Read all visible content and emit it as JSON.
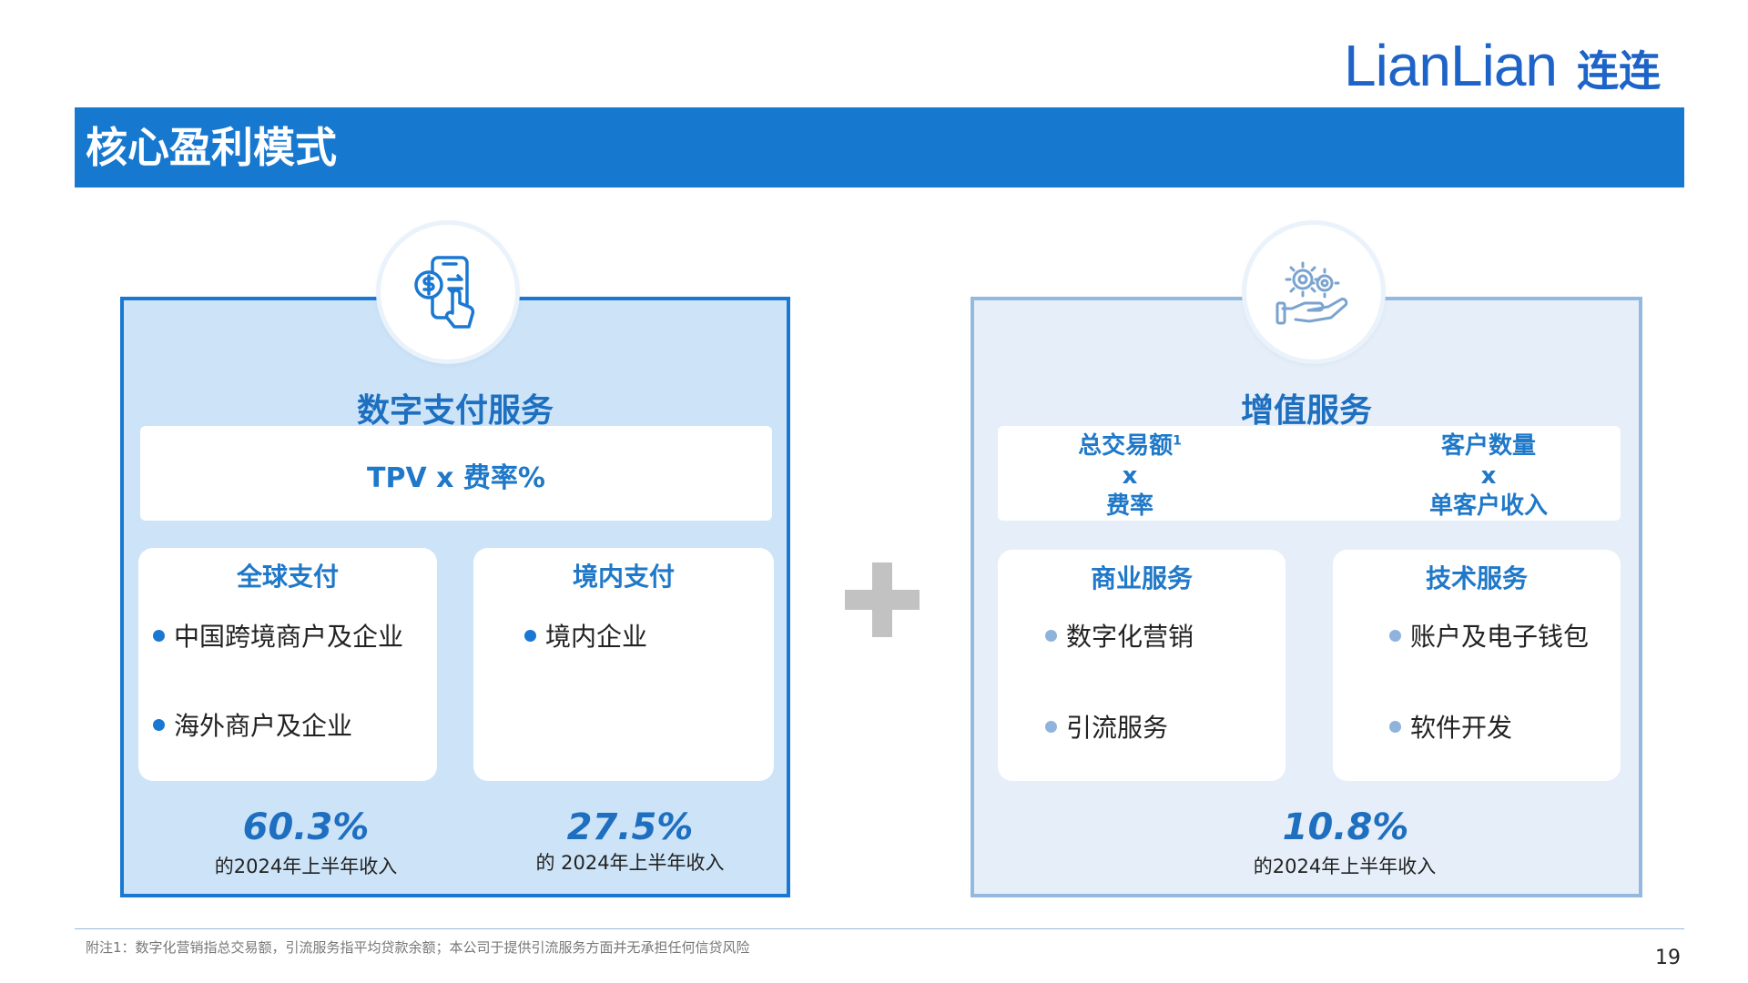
{
  "logo": {
    "latin": "LianLian",
    "cn": "连连"
  },
  "page_title": "核心盈利模式",
  "left_panel": {
    "icon": "mobile-payment-icon",
    "title": "数字支付服务",
    "formula": "TPV x 费率%",
    "cards": [
      {
        "title": "全球支付",
        "items": [
          "中国跨境商户及企业",
          "海外商户及企业"
        ]
      },
      {
        "title": "境内支付",
        "items": [
          "境内企业"
        ]
      }
    ],
    "stats": [
      {
        "value": "60.3%",
        "caption": "的2024年上半年收入"
      },
      {
        "value": "27.5%",
        "caption": "的 2024年上半年收入"
      }
    ]
  },
  "plus_icon": "plus-icon",
  "right_panel": {
    "icon": "hand-gears-icon",
    "title": "增值服务",
    "formula_left": {
      "line1": "总交易额",
      "sup": "1",
      "line2": "x",
      "line3": "费率"
    },
    "formula_right": {
      "line1": "客户数量",
      "line2": "x",
      "line3": "单客户收入"
    },
    "cards": [
      {
        "title": "商业服务",
        "items": [
          "数字化营销",
          "引流服务"
        ]
      },
      {
        "title": "技术服务",
        "items": [
          "账户及电子钱包",
          "软件开发"
        ]
      }
    ],
    "stat": {
      "value": "10.8%",
      "caption": "的2024年上半年收入"
    }
  },
  "footnote": "附注1：数字化营销指总交易额，引流服务指平均贷款余额；本公司于提供引流服务方面并无承担任何信贷风险",
  "page_number": "19",
  "colors": {
    "primary": "#1778d0",
    "left_panel_bg": "#cde4f8",
    "right_panel_bg": "#e6eff9",
    "plus": "#c2c2c2"
  }
}
